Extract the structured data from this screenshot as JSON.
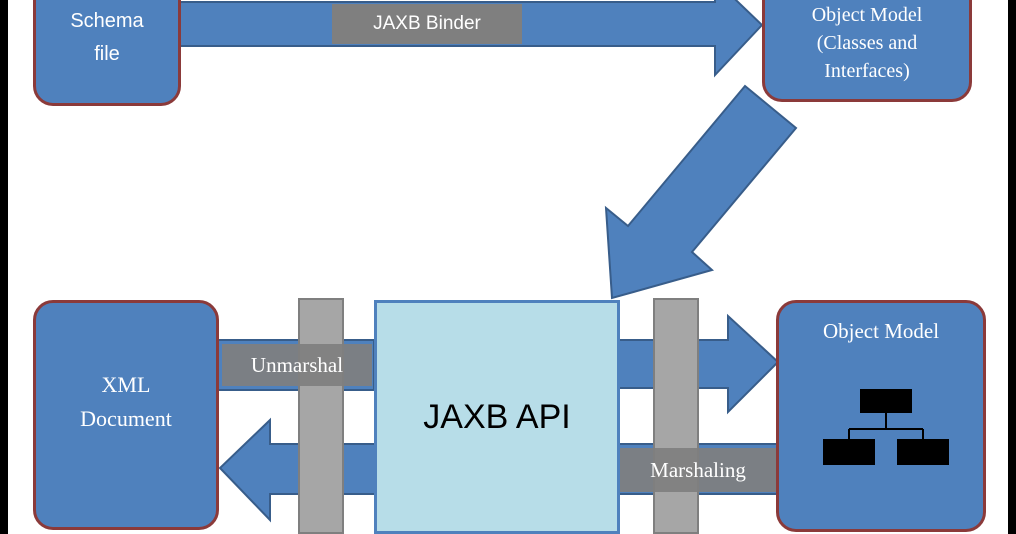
{
  "diagram": {
    "schema_box": {
      "line1": "Schema",
      "line2": "file"
    },
    "binder_label": "JAXB Binder",
    "object_model_top": {
      "line1": "Object Model",
      "line2": "(Classes and",
      "line3": "Interfaces)"
    },
    "xml_document": {
      "line1": "XML",
      "line2": "Document"
    },
    "api_box": {
      "label": "JAXB API"
    },
    "object_model_bottom": {
      "title": "Object Model",
      "icon": "hierarchy-icon"
    },
    "unmarshal_label": "Unmarshal",
    "marshaling_label": "Marshaling"
  },
  "colors": {
    "box_fill": "#4f81bd",
    "box_border": "#8b3a3a",
    "arrow_fill": "#4f81bd",
    "label_fill": "#7f7f7f",
    "api_fill": "#b7dde8"
  }
}
